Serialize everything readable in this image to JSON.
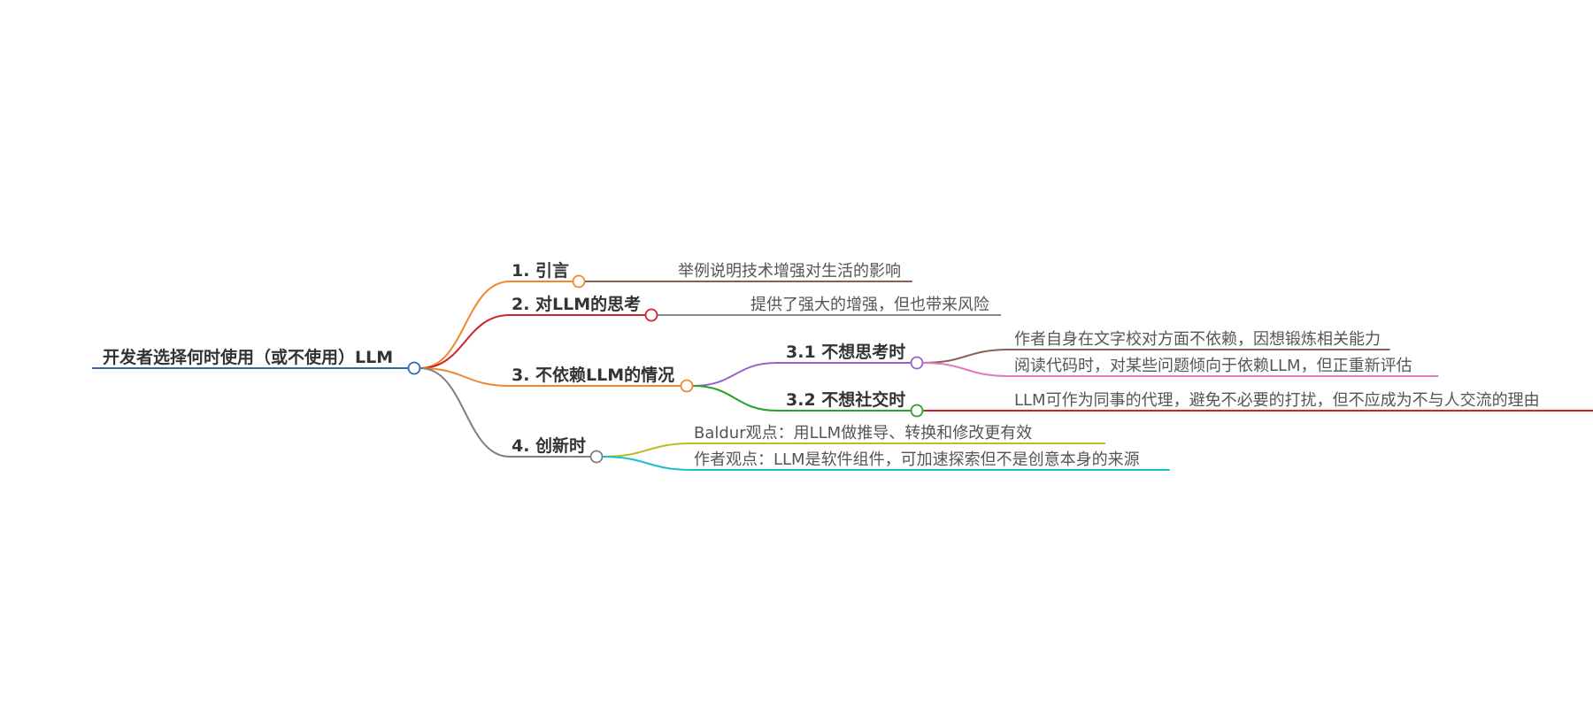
{
  "root": {
    "label": "开发者选择何时使用（或不使用）LLM",
    "color": "#2b6cb0"
  },
  "branches": [
    {
      "id": "b1",
      "label": "1. 引言",
      "color": "#f0892c",
      "children": [
        {
          "label": "举例说明技术增强对生活的影响",
          "color": "#8b5e57"
        }
      ]
    },
    {
      "id": "b2",
      "label": "2. 对LLM的思考",
      "color": "#d0242b",
      "children": [
        {
          "label": "提供了强大的增强，但也带来风险",
          "color": "#888888"
        }
      ]
    },
    {
      "id": "b3",
      "label": "3. 不依赖LLM的情况",
      "color": "#f0892c",
      "subs": [
        {
          "label": "3.1 不想思考时",
          "color": "#9a62c9",
          "children": [
            {
              "label": "作者自身在文字校对方面不依赖，因想锻炼相关能力",
              "color": "#8b5e57"
            },
            {
              "label": "阅读代码时，对某些问题倾向于依赖LLM，但正重新评估",
              "color": "#e377c2"
            }
          ]
        },
        {
          "label": "3.2 不想社交时",
          "color": "#2ca02c",
          "children": [
            {
              "label": "LLM可作为同事的代理，避免不必要的打扰，但不应成为不与人交流的理由",
              "color": "#d0242b"
            }
          ]
        }
      ]
    },
    {
      "id": "b4",
      "label": "4. 创新时",
      "color": "#7f7f7f",
      "children": [
        {
          "label": "Baldur观点：用LLM做推导、转换和修改更有效",
          "color": "#bcbd22"
        },
        {
          "label": "作者观点：LLM是软件组件，可加速探索但不是创意本身的来源",
          "color": "#17becf"
        }
      ]
    }
  ]
}
